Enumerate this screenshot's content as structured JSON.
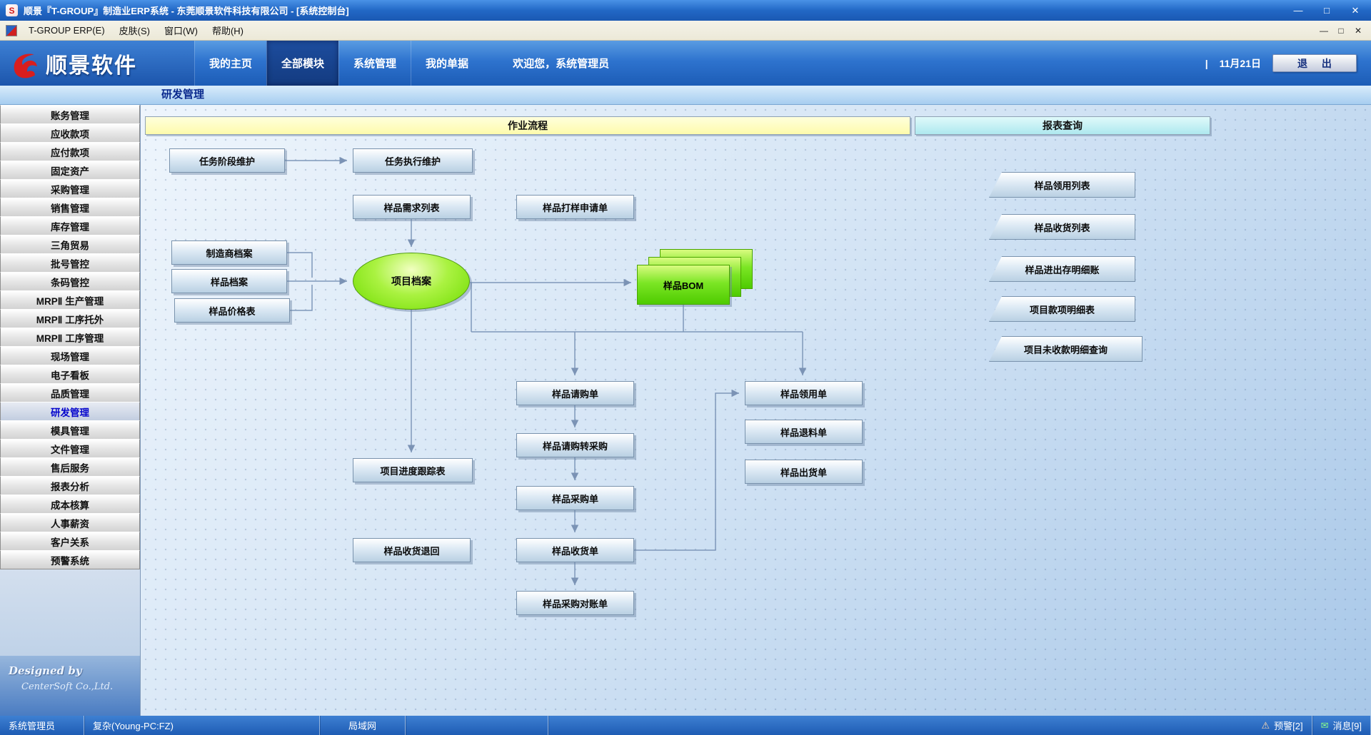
{
  "window": {
    "title": "顺景『T-GROUP』制造业ERP系统 - 东莞顺景软件科技有限公司 - [系统控制台]",
    "controls": {
      "minimize": "—",
      "maximize": "□",
      "close": "✕"
    }
  },
  "menubar": {
    "items": [
      "T-GROUP ERP(E)",
      "皮肤(S)",
      "窗口(W)",
      "帮助(H)"
    ],
    "mdi": {
      "minimize": "—",
      "restore": "□",
      "close": "✕"
    }
  },
  "header": {
    "logo": "顺景软件",
    "tabs": [
      {
        "label": "我的主页"
      },
      {
        "label": "全部模块"
      },
      {
        "label": "系统管理"
      },
      {
        "label": "我的单据"
      }
    ],
    "welcome": "欢迎您，系统管理员",
    "date_prefix": "|",
    "date": "11月21日",
    "exit_label": "退 出"
  },
  "subheader": {
    "title": "研发管理"
  },
  "sidebar": {
    "items": [
      "账务管理",
      "应收款项",
      "应付款项",
      "固定资产",
      "采购管理",
      "销售管理",
      "库存管理",
      "三角贸易",
      "批号管控",
      "条码管控",
      "MRPⅡ 生产管理",
      "MRPⅡ 工序托外",
      "MRPⅡ 工序管理",
      "现场管理",
      "电子看板",
      "品质管理",
      "研发管理",
      "模具管理",
      "文件管理",
      "售后服务",
      "报表分析",
      "成本核算",
      "人事薪资",
      "客户关系",
      "预警系统"
    ],
    "selected": "研发管理",
    "designed_by": "Designed by",
    "company": "CenterSoft Co.,Ltd."
  },
  "flow": {
    "header_process": "作业流程",
    "header_report": "报表查询",
    "nodes": {
      "task_stage": "任务阶段维护",
      "task_exec": "任务执行维护",
      "sample_demand": "样品需求列表",
      "sample_proof": "样品打样申请单",
      "manufacturer": "制造商档案",
      "sample_archive": "样品档案",
      "sample_price": "样品价格表",
      "project_archive": "项目档案",
      "sample_bom": "样品BOM",
      "sample_request": "样品请购单",
      "request_to_purchase": "样品请购转采购",
      "sample_purchase": "样品采购单",
      "sample_receipt": "样品收货单",
      "purchase_reconcile": "样品采购对账单",
      "sample_requisition": "样品领用单",
      "sample_return": "样品退料单",
      "sample_shipment": "样品出货单",
      "project_progress": "项目进度跟踪表",
      "receipt_return": "样品收货退回"
    },
    "reports": [
      "样品领用列表",
      "样品收货列表",
      "样品进出存明细账",
      "项目款项明细表",
      "项目未收款明细查询"
    ]
  },
  "statusbar": {
    "user": "系统管理员",
    "machine": "复杂(Young-PC:FZ)",
    "network": "局域网",
    "alert_icon": "⚠",
    "alerts": "预警[2]",
    "message_icon": "✉",
    "messages": "消息[9]"
  },
  "colors": {
    "accent_blue": "#2268c6",
    "flow_green": "#7ce625",
    "band_yellow": "#fdfbac",
    "band_cyan": "#aee8ef"
  }
}
